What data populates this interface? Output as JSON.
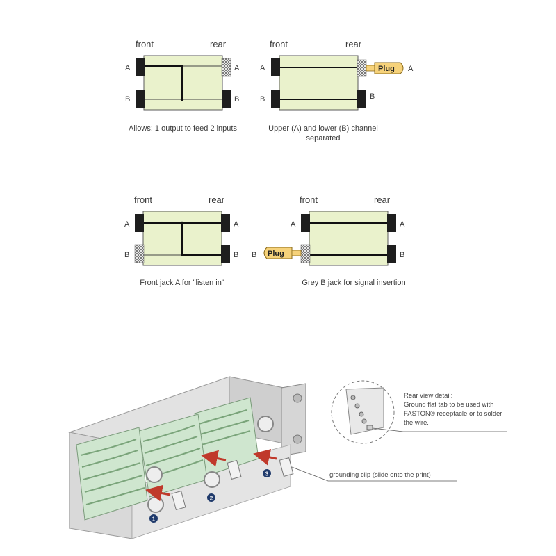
{
  "colors": {
    "panel_fill": "#eaf2cc",
    "panel_stroke": "#5a5a5a",
    "jack": "#1e1e1e",
    "plug_fill": "#f6d27a",
    "pcb_green": "#cfe6cf",
    "chassis": "#dedede",
    "callout_blue": "#1f3a6b",
    "arrow_red": "#c0392b"
  },
  "diagrams": [
    {
      "front_label": "front",
      "rear_label": "rear",
      "pin_a": "A",
      "pin_b": "B",
      "caption": [
        "Allows: 1 output to feed 2 inputs"
      ]
    },
    {
      "front_label": "front",
      "rear_label": "rear",
      "pin_a": "A",
      "pin_b": "B",
      "plug_label": "Plug",
      "plug_pin": "A",
      "caption": [
        "Upper (A) and lower (B) channel",
        "separated"
      ]
    },
    {
      "front_label": "front",
      "rear_label": "rear",
      "pin_a": "A",
      "pin_b": "B",
      "caption": [
        "Front jack A for \"listen in\""
      ]
    },
    {
      "front_label": "front",
      "rear_label": "rear",
      "pin_a": "A",
      "pin_b": "B",
      "plug_label": "Plug",
      "plug_pin": "B",
      "caption": [
        "Grey B jack for signal insertion"
      ]
    }
  ],
  "illustration": {
    "rear_detail_text": [
      "Rear view detail:",
      "Ground flat tab to be used with",
      "FASTON® receptacle or to solder",
      "the wire."
    ],
    "grounding_clip_text": "grounding clip (slide onto the print)",
    "callouts": [
      "1",
      "2",
      "3"
    ]
  }
}
